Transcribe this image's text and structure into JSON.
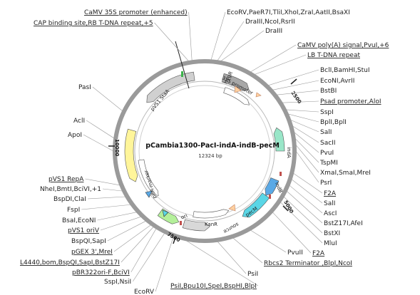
{
  "plasmid": {
    "name": "pCambia1300-PacI-indA-indB-pecM",
    "length": "12324 bp",
    "ticks": [
      "2500",
      "5000",
      "7500",
      "10000"
    ]
  },
  "features": [
    {
      "label": "HygR",
      "color": "#a8a8a8"
    },
    {
      "label": "35S promoter",
      "color": "#ffffff"
    },
    {
      "label": "pVS1 StaA",
      "color": "#d0d0d0"
    },
    {
      "label": "indA",
      "color": "#99e6c8"
    },
    {
      "label": "indB",
      "color": "#5aa9e6"
    },
    {
      "label": "pecM",
      "color": "#5ad6e6"
    },
    {
      "label": "source",
      "color": "#ffffff"
    },
    {
      "label": "KanR",
      "color": "#d8d8d8"
    },
    {
      "label": "ori",
      "color": "#b4f09a"
    },
    {
      "label": "pBR-marker",
      "color": "#ffffff"
    },
    {
      "label": "pVS1 RepA",
      "color": "#fff59a"
    }
  ],
  "sites": [
    {
      "text": "CaMV 35S promoter (enhanced)",
      "u": true
    },
    {
      "text": "CAP binding site,RB T-DNA repeat,+5",
      "u": true
    },
    {
      "text": "EcoRV,PaeR7I,TliI,XhoI,ZraI,AatII,BsaXI",
      "u": false
    },
    {
      "text": "DraIII,NcoI,RsrII",
      "u": false
    },
    {
      "text": "DraIII",
      "u": false
    },
    {
      "text": "CaMV poly(A) signal,PvuI,+6",
      "u": true
    },
    {
      "text": "LB T-DNA repeat",
      "u": true
    },
    {
      "text": "BclI,BamHI,StuI",
      "u": false
    },
    {
      "text": "EcoNI,AvrII",
      "u": false
    },
    {
      "text": "BstBI",
      "u": false
    },
    {
      "text": "Psad promoter,AloI",
      "u": true
    },
    {
      "text": "SspI",
      "u": false
    },
    {
      "text": "BplI,BplI",
      "u": false
    },
    {
      "text": "SalI",
      "u": false
    },
    {
      "text": "SacII",
      "u": false
    },
    {
      "text": "PvuI",
      "u": false
    },
    {
      "text": "TspMI",
      "u": false
    },
    {
      "text": "XmaI,SmaI,MreI",
      "u": false
    },
    {
      "text": "PsrI",
      "u": false
    },
    {
      "text": "F2A",
      "u": true
    },
    {
      "text": "SalI",
      "u": false
    },
    {
      "text": "AscI",
      "u": false
    },
    {
      "text": "BstZ17I,AfeI",
      "u": false
    },
    {
      "text": "BstXI",
      "u": false
    },
    {
      "text": "MluI",
      "u": false
    },
    {
      "text": "F2A",
      "u": true
    },
    {
      "text": "PvuII",
      "u": false
    },
    {
      "text": "Rbcs2 Terminator ,BlpI,NcoI",
      "u": true
    },
    {
      "text": "PsiI",
      "u": false
    },
    {
      "text": "PasI",
      "u": false
    },
    {
      "text": "AclI",
      "u": false
    },
    {
      "text": "ApoI",
      "u": false
    },
    {
      "text": "pVS1 RepA",
      "u": true
    },
    {
      "text": "NheI,BmtI,BciVI,+1",
      "u": false
    },
    {
      "text": "BspDI,ClaI",
      "u": false
    },
    {
      "text": "FspI",
      "u": false
    },
    {
      "text": "BsaI,EcoNI",
      "u": false
    },
    {
      "text": "pVS1 oriV",
      "u": true
    },
    {
      "text": "BspQI,SapI",
      "u": false
    },
    {
      "text": "pGEX 3',MreI",
      "u": true
    },
    {
      "text": "L4440,bom,BspQI,SapI,BstZ17I",
      "u": true
    },
    {
      "text": "pBR322ori-F,BciVI",
      "u": true
    },
    {
      "text": "SspI,NsiI",
      "u": false
    },
    {
      "text": "EcoRV",
      "u": false
    },
    {
      "text": "PsiI,Bpu10I,SpeI,BspHI,BlpI",
      "u": true
    }
  ]
}
